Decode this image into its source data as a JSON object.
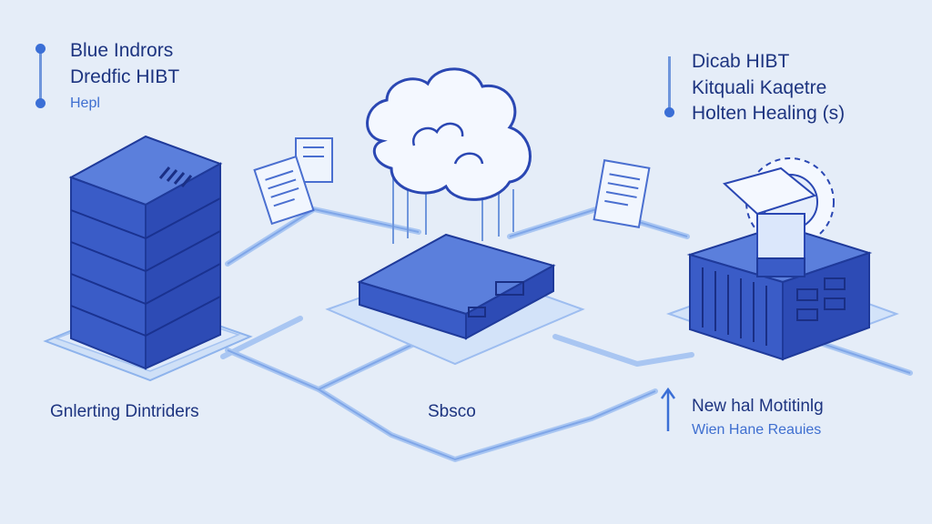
{
  "colors": {
    "background": "#e5edf8",
    "server_blue": "#3656c2",
    "server_dark": "#2a43a8",
    "line_blue": "#9dbdf0",
    "text_dark": "#1d3480",
    "text_light": "#3f6fd0"
  },
  "legend_top_left": {
    "line1": "Blue Indrors",
    "line2": "Dredfic HIBT",
    "line3": "Hepl"
  },
  "legend_top_right": {
    "line1": "Dicab HIBT",
    "line2": "Kitquali Kaqetre",
    "line3": "Holten Healing (s)"
  },
  "labels": {
    "left": "Gnlerting Dintriders",
    "center": "Sbsco",
    "right_title": "New hal Motitinlg",
    "right_sub": "Wien Hane Reauies"
  },
  "icons": [
    "server-rack-icon",
    "cloud-icon",
    "network-switch-icon",
    "gear-icon",
    "document-icon",
    "arrow-up-icon"
  ]
}
